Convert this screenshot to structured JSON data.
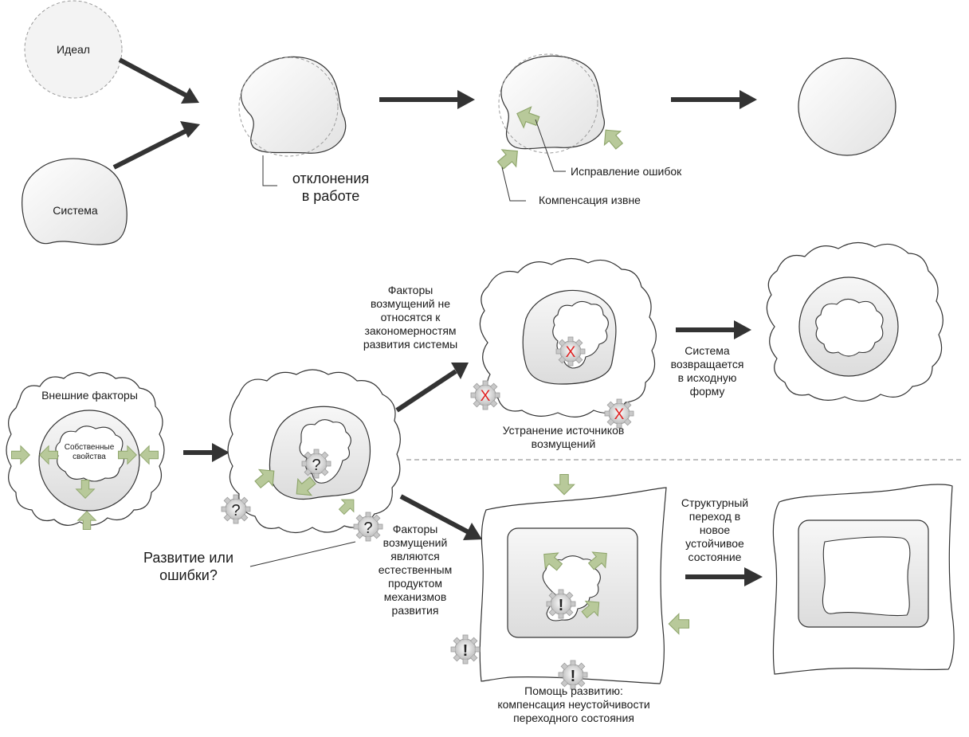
{
  "labels": {
    "ideal": "Идеал",
    "system": "Система",
    "deviations": "отклонения\nв работе",
    "error_correction": "Исправление ошибок",
    "external_compensation": "Компенсация извне",
    "external_factors": "Внешние факторы",
    "own_properties": "Собственные\nсвойства",
    "development_or_errors": "Развитие или\nошибки?",
    "factors_not_related": "Факторы\nвозмущений не\nотносятся к\nзакономерностям\nразвития системы",
    "eliminate_sources": "Устранение источников\nвозмущений",
    "system_returns": "Система\nвозвращается\nв исходную\nформу",
    "factors_natural": "Факторы\nвозмущений\nявляются\nестественным\nпродуктом\nмеханизмов\nразвития",
    "structural_transition": "Структурный\nпереход в\nновое\nустойчивое\nсостояние",
    "help_development": "Помощь развитию:\nкомпенсация неустойчивости\nпереходного состояния"
  },
  "marks": {
    "question": "?",
    "cross": "X",
    "exclamation": "!"
  },
  "colors": {
    "outline": "#333333",
    "arrow": "#333333",
    "green_arrow_fill": "#b8c99a",
    "green_arrow_stroke": "#8ea56b",
    "dashed_circle": "#9a9a9a",
    "cross": "#e02020"
  }
}
